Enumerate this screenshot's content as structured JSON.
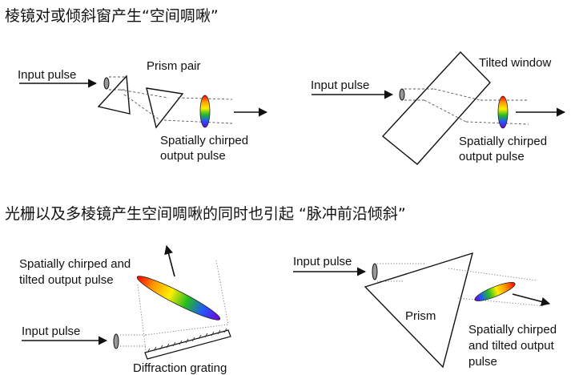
{
  "captions": {
    "top": "棱镜对或倾斜窗产生“空间啁啾”",
    "bottom": "光栅以及多棱镜产生空间啁啾的同时也引起 “脉冲前沿倾斜”"
  },
  "panel_prism_pair": {
    "input": "Input pulse",
    "element": "Prism pair",
    "output_line1": "Spatially chirped",
    "output_line2": "output pulse"
  },
  "panel_tilted_window": {
    "input": "Input pulse",
    "element": "Tilted window",
    "output_line1": "Spatially chirped",
    "output_line2": "output pulse"
  },
  "panel_grating": {
    "output_line1": "Spatially chirped and",
    "output_line2": "tilted output pulse",
    "input": "Input pulse",
    "element": "Diffraction grating"
  },
  "panel_prism": {
    "input": "Input pulse",
    "element": "Prism",
    "output_line1": "Spatially chirped",
    "output_line2": "and tilted output",
    "output_line3": "pulse"
  },
  "colors": {
    "spectrum": [
      "#ff0000",
      "#ff9900",
      "#ffee00",
      "#22bb22",
      "#2255ff",
      "#7700cc"
    ]
  }
}
